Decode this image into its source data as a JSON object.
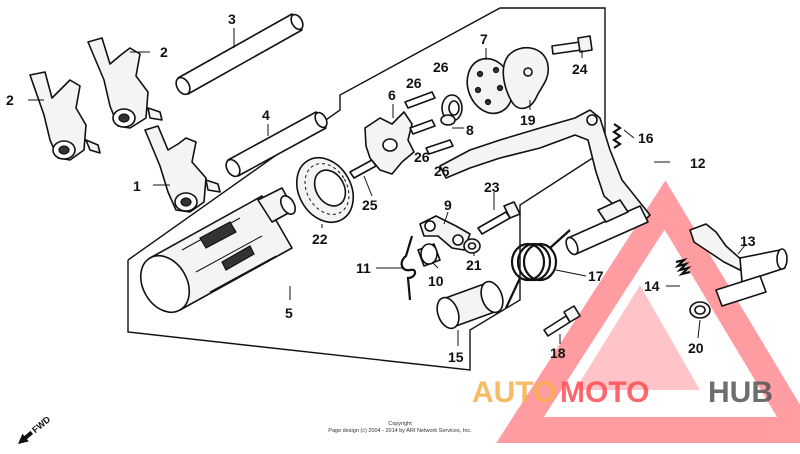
{
  "callouts": {
    "c1": "1",
    "c2a": "2",
    "c2b": "2",
    "c3": "3",
    "c4": "4",
    "c5": "5",
    "c6": "6",
    "c7": "7",
    "c8": "8",
    "c9": "9",
    "c10": "10",
    "c11": "11",
    "c12": "12",
    "c13": "13",
    "c14": "14",
    "c15": "15",
    "c16": "16",
    "c17": "17",
    "c18": "18",
    "c19": "19",
    "c20": "20",
    "c21": "21",
    "c22": "22",
    "c23": "23",
    "c24": "24",
    "c25": "25",
    "c26a": "26",
    "c26b": "26",
    "c26c": "26",
    "c26d": "26"
  },
  "direction_label": "FWD",
  "copyright": {
    "line1": "Copyright",
    "line2": "Page design (c) 2004 - 2014 by ARI Network Services, Inc."
  },
  "watermark": {
    "auto": "AUTO",
    "moto": "MOTO",
    "hub": "HUB",
    "color_red": "#ff4d55",
    "color_orange": "#f7b04a",
    "color_grey": "#555555"
  }
}
